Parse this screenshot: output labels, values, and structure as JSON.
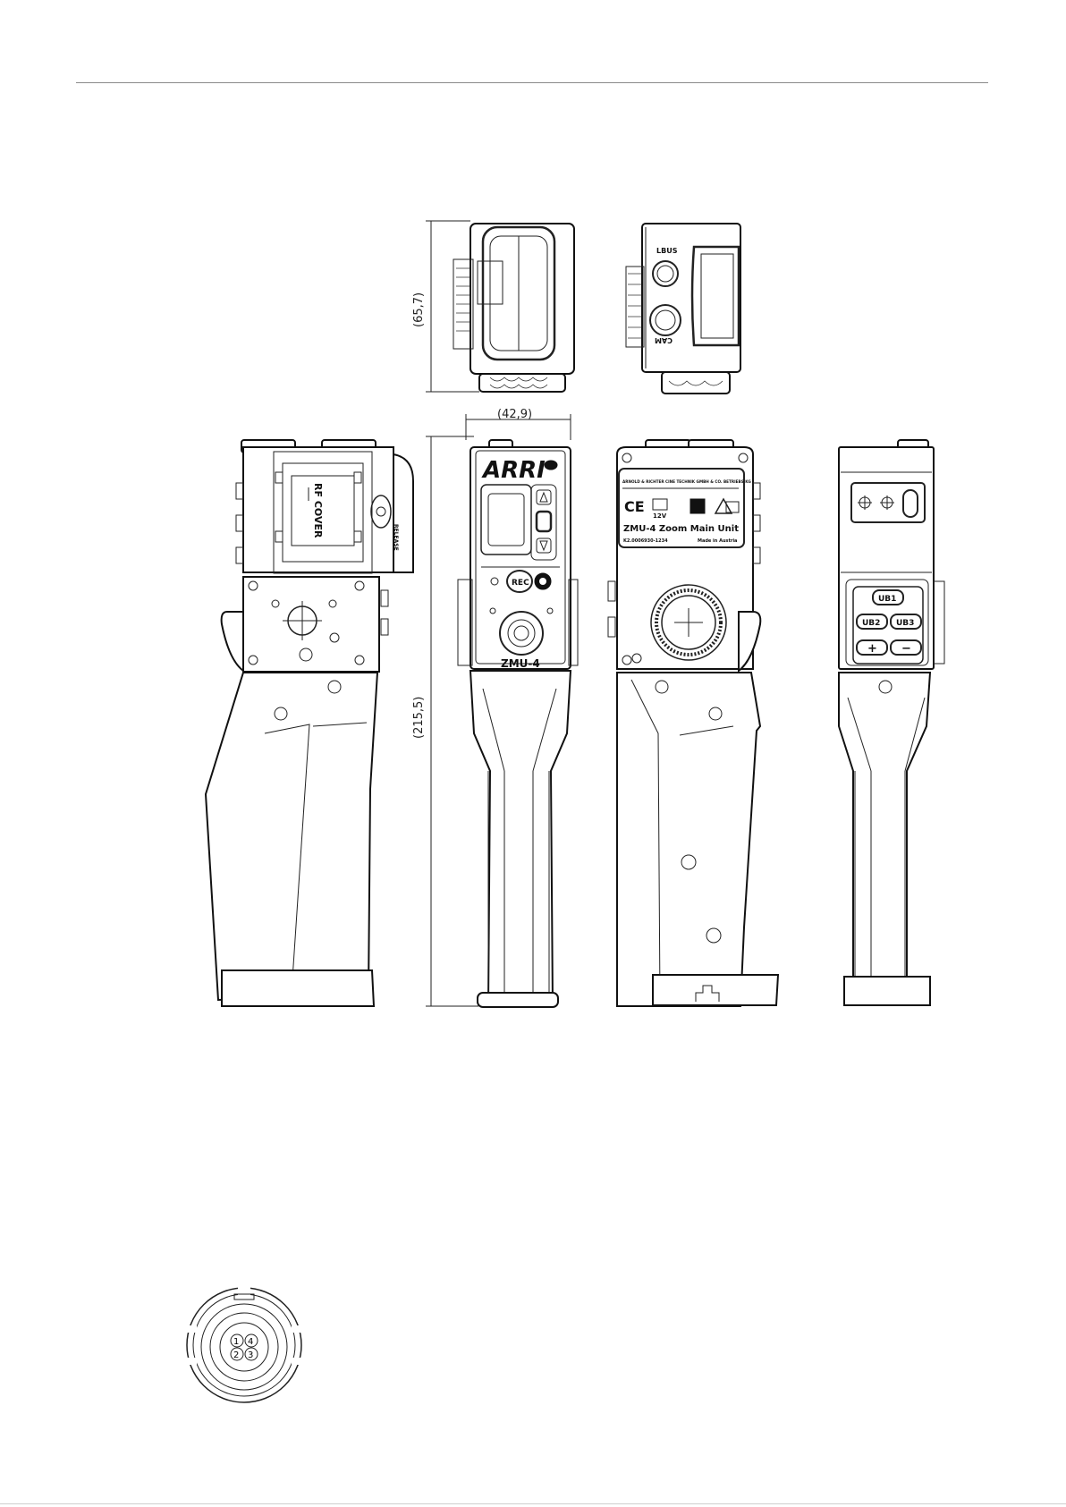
{
  "dimensions": {
    "height_top_view": "(65,7)",
    "width_front": "(42,9)",
    "height_total": "(215,5)"
  },
  "front_panel": {
    "brand": "ARRI",
    "model": "ZMU-4",
    "rec_button": "REC"
  },
  "side_panel": {
    "cover_label": "RF COVER",
    "release_label": "RELEASE"
  },
  "rear_label": {
    "manufacturer": "ARNOLD & RICHTER CINE TECHNIK GMBH & CO. BETRIEBS KG",
    "product": "ZMU-4  Zoom Main Unit",
    "serial": "K2.0006930-1234",
    "origin": "Made in Austria",
    "voltage": "12V"
  },
  "top_view": {
    "connector_top": "LBUS",
    "connector_bottom": "CAM"
  },
  "user_buttons": {
    "u1": "UB1",
    "u2": "UB2",
    "u3": "UB3",
    "plus": "+",
    "minus": "−"
  },
  "connector_pins": [
    "1",
    "4",
    "2",
    "3"
  ]
}
